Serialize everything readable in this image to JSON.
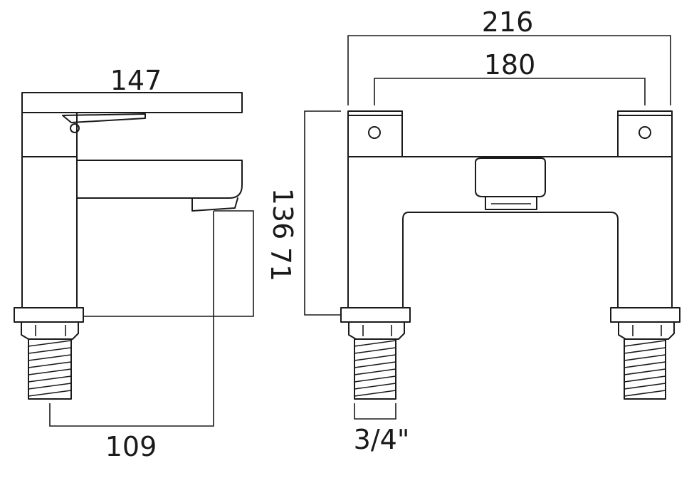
{
  "dimensions": {
    "spout_projection": "147",
    "base_to_outlet": "109",
    "overall_height": "136",
    "outlet_height": "71",
    "overall_width": "216",
    "centres": "180",
    "thread_size": "3/4\""
  },
  "colors": {
    "line": "#1a1a1a",
    "background": "#ffffff"
  }
}
